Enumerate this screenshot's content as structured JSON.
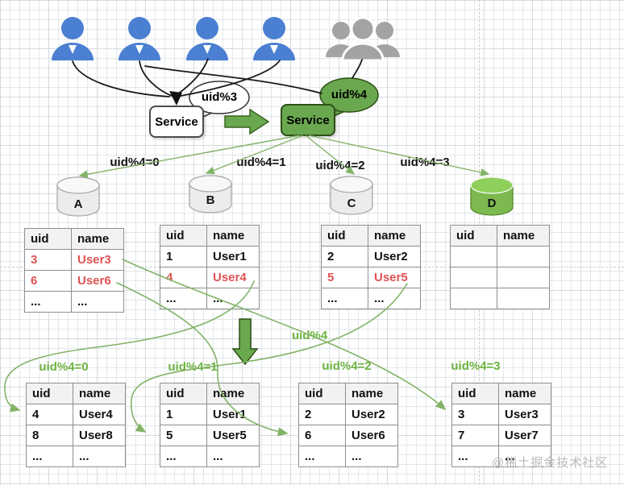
{
  "colors": {
    "accent_green": "#6aa84f",
    "line_green": "#82b366",
    "label_green": "#6cb33f",
    "highlight_red": "#e05252",
    "user_blue": "#4a7fd2",
    "group_gray": "#a3a3a3"
  },
  "old_service": {
    "label": "Service",
    "bubble": "uid%3"
  },
  "new_service": {
    "label": "Service",
    "bubble": "uid%4"
  },
  "migration": {
    "arrow_label": "uid%4"
  },
  "shards": [
    {
      "top_label": "uid%4=0",
      "cylinder": "A"
    },
    {
      "top_label": "uid%4=1",
      "cylinder": "B"
    },
    {
      "top_label": "uid%4=2",
      "cylinder": "C"
    },
    {
      "top_label": "uid%4=3",
      "cylinder": "D"
    }
  ],
  "upper_tables": [
    {
      "headers": [
        "uid",
        "name"
      ],
      "rows": [
        {
          "uid": "3",
          "name": "User3",
          "red": true
        },
        {
          "uid": "6",
          "name": "User6",
          "red": true
        },
        {
          "uid": "...",
          "name": "...",
          "red": false
        }
      ]
    },
    {
      "headers": [
        "uid",
        "name"
      ],
      "rows": [
        {
          "uid": "1",
          "name": "User1",
          "red": false
        },
        {
          "uid": "4",
          "name": "User4",
          "red": true
        },
        {
          "uid": "...",
          "name": "...",
          "red": false
        }
      ]
    },
    {
      "headers": [
        "uid",
        "name"
      ],
      "rows": [
        {
          "uid": "2",
          "name": "User2",
          "red": false
        },
        {
          "uid": "5",
          "name": "User5",
          "red": true
        },
        {
          "uid": "...",
          "name": "...",
          "red": false
        }
      ]
    },
    {
      "headers": [
        "uid",
        "name"
      ],
      "rows": [
        {
          "uid": "",
          "name": "",
          "red": false
        },
        {
          "uid": "",
          "name": "",
          "red": false
        },
        {
          "uid": "",
          "name": "",
          "red": false
        }
      ]
    }
  ],
  "lower_tables": [
    {
      "label": "uid%4=0",
      "headers": [
        "uid",
        "name"
      ],
      "rows": [
        {
          "uid": "4",
          "name": "User4",
          "red": false
        },
        {
          "uid": "8",
          "name": "User8",
          "red": false
        },
        {
          "uid": "...",
          "name": "...",
          "red": false
        }
      ]
    },
    {
      "label": "uid%4=1",
      "headers": [
        "uid",
        "name"
      ],
      "rows": [
        {
          "uid": "1",
          "name": "User1",
          "red": false
        },
        {
          "uid": "5",
          "name": "User5",
          "red": false
        },
        {
          "uid": "...",
          "name": "...",
          "red": false
        }
      ]
    },
    {
      "label": "uid%4=2",
      "headers": [
        "uid",
        "name"
      ],
      "rows": [
        {
          "uid": "2",
          "name": "User2",
          "red": false
        },
        {
          "uid": "6",
          "name": "User6",
          "red": false
        },
        {
          "uid": "...",
          "name": "...",
          "red": false
        }
      ]
    },
    {
      "label": "uid%4=3",
      "headers": [
        "uid",
        "name"
      ],
      "rows": [
        {
          "uid": "3",
          "name": "User3",
          "red": false
        },
        {
          "uid": "7",
          "name": "User7",
          "red": false
        },
        {
          "uid": "...",
          "name": "...",
          "red": false
        }
      ]
    }
  ],
  "watermark": "@稀土掘金技术社区"
}
